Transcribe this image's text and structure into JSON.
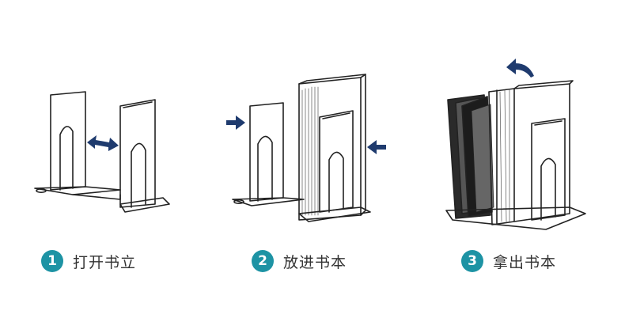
{
  "colors": {
    "accent": "#1d93a4",
    "arrow": "#1f3b6e",
    "ink": "#222222",
    "text": "#333333"
  },
  "steps": [
    {
      "number": "1",
      "label": "打开书立",
      "illustration": "open-bookend"
    },
    {
      "number": "2",
      "label": "放进书本",
      "illustration": "insert-books"
    },
    {
      "number": "3",
      "label": "拿出书本",
      "illustration": "take-out-books"
    }
  ]
}
